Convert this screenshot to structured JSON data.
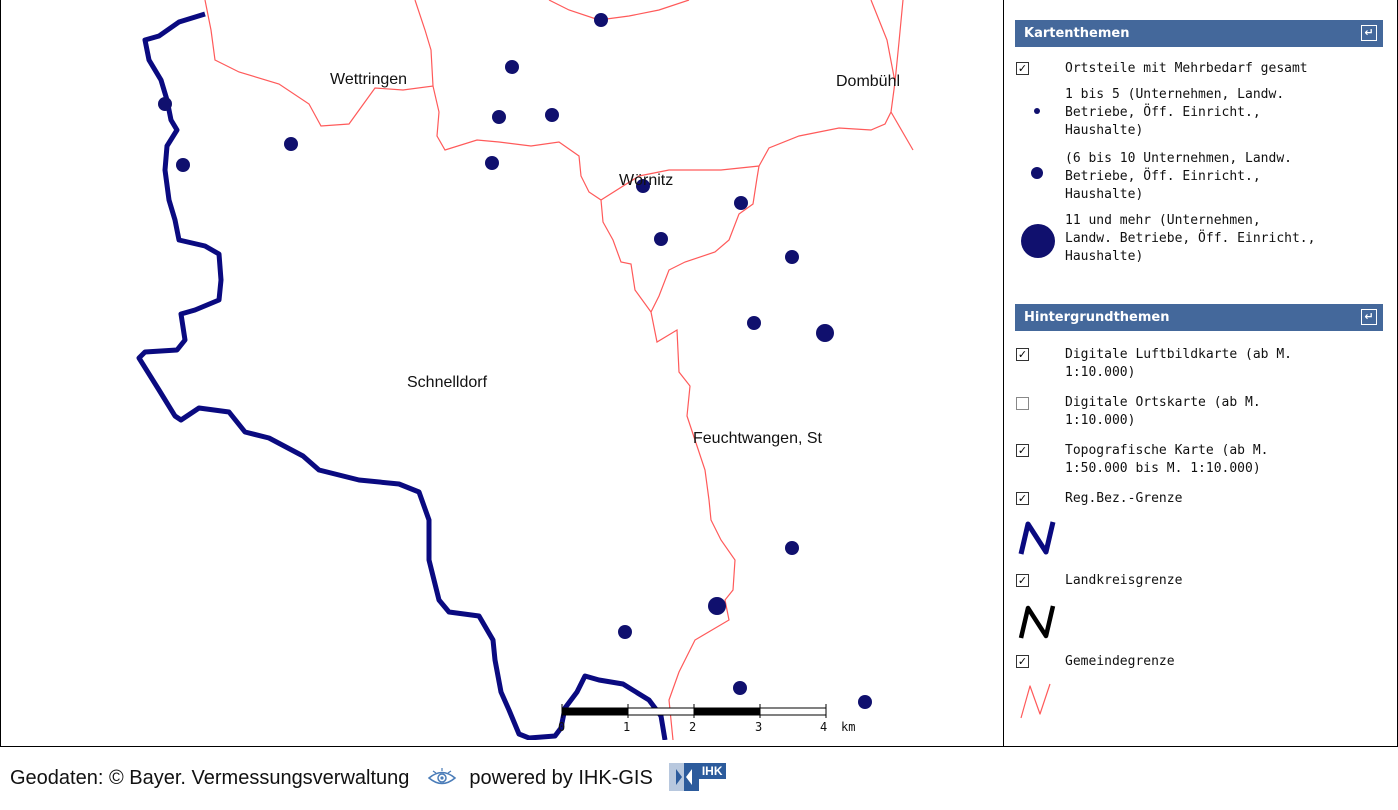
{
  "map": {
    "places": [
      "Wettringen",
      "Dombühl",
      "Wörnitz",
      "Schnelldorf",
      "Feuchtwangen, St"
    ],
    "scalebar": {
      "ticks": [
        "0",
        "1",
        "2",
        "3",
        "4"
      ],
      "unit": "km"
    }
  },
  "legend": {
    "kartenthemen": {
      "title": "Kartenthemen",
      "items": [
        {
          "label": "Ortsteile mit Mehrbedarf gesamt",
          "checked": true
        },
        {
          "label": "1 bis 5 (Unternehmen, Landw.\nBetriebe, Öff. Einricht.,\nHaushalte)"
        },
        {
          "label": "(6 bis 10 Unternehmen, Landw.\nBetriebe, Öff. Einricht.,\nHaushalte)"
        },
        {
          "label": "11 und mehr (Unternehmen,\nLandw. Betriebe, Öff. Einricht.,\nHaushalte)"
        }
      ]
    },
    "hintergrundthemen": {
      "title": "Hintergrundthemen",
      "items": [
        {
          "label": "Digitale Luftbildkarte (ab M.\n1:10.000)",
          "checked": true
        },
        {
          "label": "Digitale Ortskarte (ab M.\n1:10.000)",
          "checked": false
        },
        {
          "label": "Topografische Karte (ab M.\n1:50.000 bis M. 1:10.000)",
          "checked": true
        },
        {
          "label": "Reg.Bez.-Grenze",
          "checked": true
        },
        {
          "label": "Landkreisgrenze",
          "checked": true
        },
        {
          "label": "Gemeindegrenze",
          "checked": true
        }
      ]
    }
  },
  "footer": {
    "geodaten": "Geodaten: © Bayer. Vermessungsverwaltung",
    "powered": "powered by IHK-GIS",
    "logo_text": "IHK"
  },
  "colors": {
    "header_bg": "#44689b",
    "regbez_line": "#0a0a80",
    "landkreis_line": "#000000",
    "gemeinde_line": "#ff5a5a",
    "points": "#10106e"
  }
}
